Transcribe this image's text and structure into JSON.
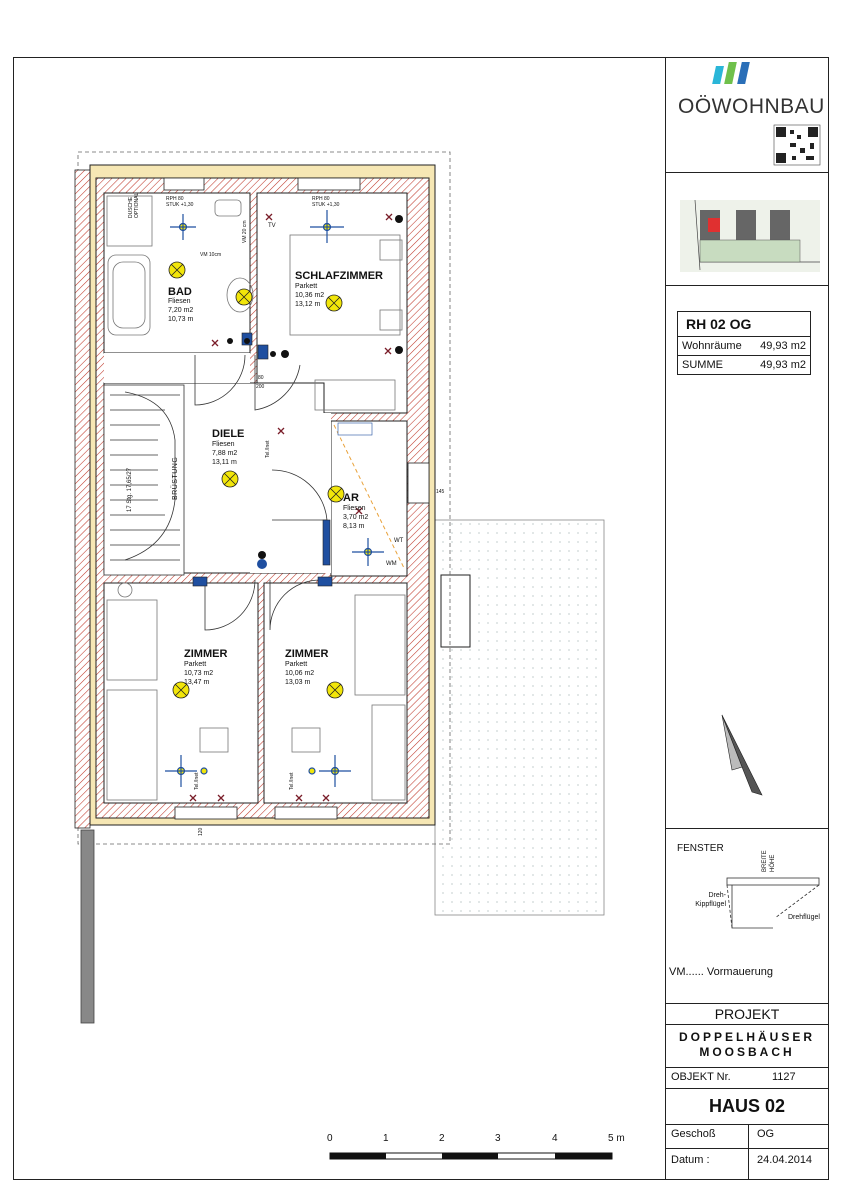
{
  "brand": {
    "name": "OÖWOHNBAU"
  },
  "unit": {
    "code": "RH 02 OG",
    "rows": [
      {
        "label": "Wohnräume",
        "value": "49,93 m2"
      },
      {
        "label": "SUMME",
        "value": "49,93 m2"
      }
    ]
  },
  "legend": {
    "title": "FENSTER",
    "breite": "BREITE",
    "hoehe": "HÖHE",
    "dreh_kipp": "Dreh-\nKippflügel",
    "dreh": "Drehflügel",
    "vm_note": "VM...... Vormauerung"
  },
  "project": {
    "label": "PROJEKT",
    "name1": "DOPPELHÄUSER",
    "name2": "MOOSBACH",
    "object_label": "OBJEKT Nr.",
    "object_no": "1127",
    "house": "HAUS 02",
    "floor_label": "Geschoß",
    "floor": "OG",
    "date_label": "Datum :",
    "date": "24.04.2014"
  },
  "scale": {
    "ticks": [
      "0",
      "1",
      "2",
      "3",
      "4",
      "5 m"
    ]
  },
  "rooms": [
    {
      "name": "BAD",
      "finish": "Fliesen",
      "area": "7,20 m2",
      "perimeter": "10,73 m"
    },
    {
      "name": "SCHLAFZIMMER",
      "finish": "Parkett",
      "area": "10,36 m2",
      "perimeter": "13,12 m"
    },
    {
      "name": "DIELE",
      "finish": "Fliesen",
      "area": "7,88 m2",
      "perimeter": "13,11 m"
    },
    {
      "name": "AR",
      "finish": "Fliesen",
      "area": "3,70 m2",
      "perimeter": "8,13 m"
    },
    {
      "name": "ZIMMER",
      "finish": "Parkett",
      "area": "10,73 m2",
      "perimeter": "13,47 m"
    },
    {
      "name": "ZIMMER",
      "finish": "Parkett",
      "area": "10,06 m2",
      "perimeter": "13,03 m"
    }
  ],
  "annotations": {
    "dusche": "DUSCHE\nOPTIONAL",
    "vm_bad": "VM 10cm",
    "vm_side": "VM 20 cm",
    "tv": "TV",
    "bruestung": "BRÜSTUNG",
    "stairs": "17 Stg. 17,65/27",
    "wt": "WT",
    "wm": "WM",
    "tel": "Tel./Inet",
    "dim_80": "80",
    "dim_200": "200",
    "dim_145": "145",
    "dim_120": "120",
    "stuk_bad": "RPH 80\nSTUK +1,30",
    "stuk_sz": "RPH 80\nSTUK +1,30"
  },
  "colors": {
    "wall_hatch": "#c0392b",
    "insulation": "#f6e7b4",
    "door_blue": "#1f4fa0",
    "marker_yellow": "#f2e60a"
  }
}
